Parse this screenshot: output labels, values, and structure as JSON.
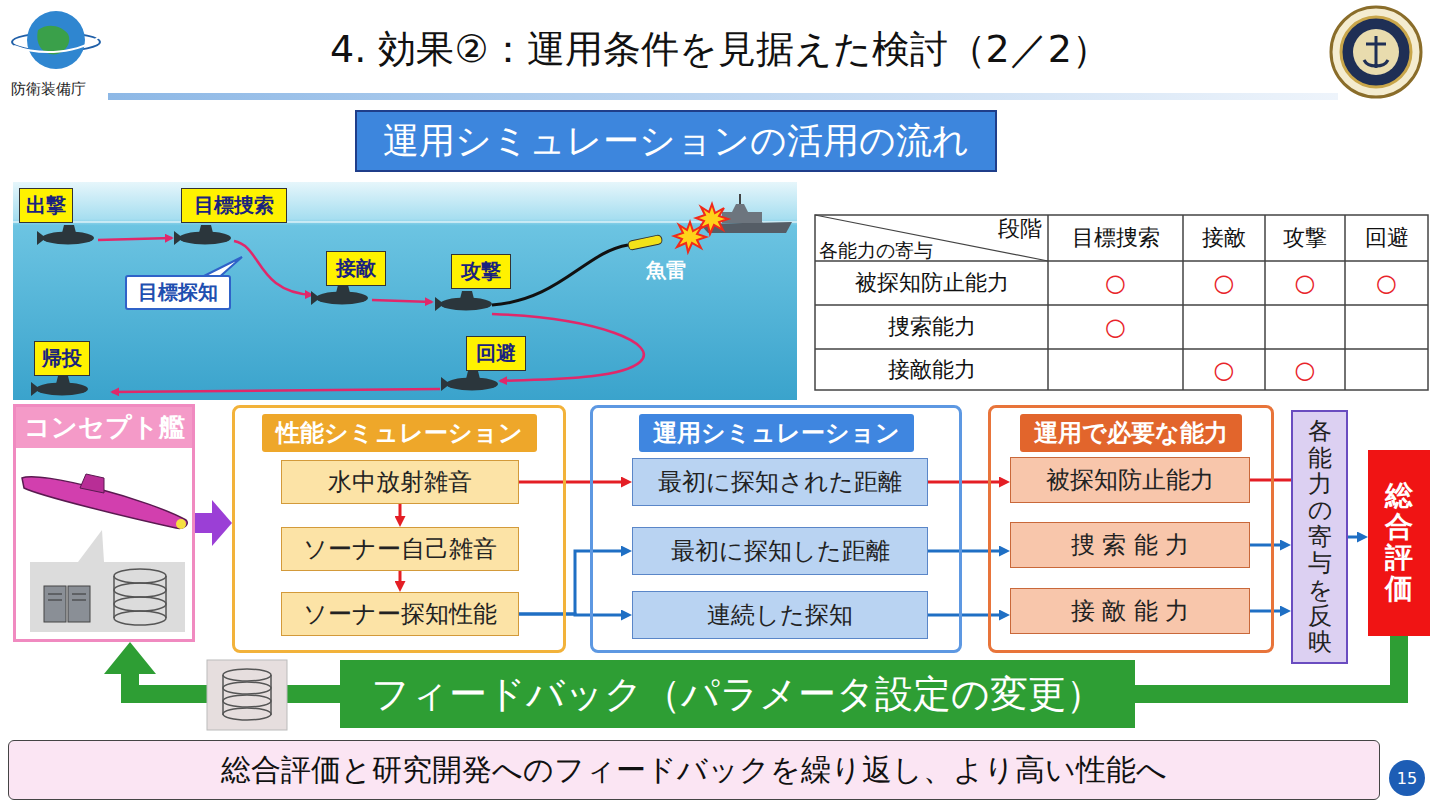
{
  "diagram": {
    "title": "4. 効果②：運用条件を見据えた検討（2／2）",
    "caption": "総合評価と研究開発へのフィードバックを繰り返し、より高い性能へ",
    "nodes": [
      {
        "text": [
          "運用シミュレーションの活用の流れ"
        ]
      },
      {
        "text": [
          "出撃"
        ]
      },
      {
        "text": [
          "目標捜索"
        ]
      },
      {
        "text": [
          "目標探知"
        ]
      },
      {
        "text": [
          "接敵"
        ]
      },
      {
        "text": [
          "攻撃"
        ]
      },
      {
        "text": [
          "回避"
        ]
      },
      {
        "text": [
          "帰投"
        ]
      },
      {
        "text": [
          "コンセプト艦"
        ]
      },
      {
        "text": [
          "性能シミュレーション"
        ]
      },
      {
        "text": [
          "水中放射雑音"
        ],
        "in": 9
      },
      {
        "text": [
          "ソーナー自己雑音"
        ],
        "in": 9
      },
      {
        "text": [
          "ソーナー探知性能"
        ],
        "in": 9
      },
      {
        "text": [
          "運用シミュレーション"
        ]
      },
      {
        "text": [
          "最初に探知された距離"
        ],
        "in": 13
      },
      {
        "text": [
          "最初に探知した距離"
        ],
        "in": 13
      },
      {
        "text": [
          "連続した探知"
        ],
        "in": 13
      },
      {
        "text": [
          "運用で必要な能力"
        ]
      },
      {
        "text": [
          "被探知防止能力"
        ],
        "in": 17
      },
      {
        "text": [
          "捜索能力"
        ],
        "in": 17
      },
      {
        "text": [
          "接敵能力"
        ],
        "in": 17
      },
      {
        "text": [
          "各能力の寄与を反映"
        ]
      },
      {
        "text": [
          "総合評価"
        ]
      },
      {
        "text": [
          "フィードバック（パラメータ設定の変更）"
        ]
      }
    ],
    "edges": [
      {
        "from": 8,
        "to": 9,
        "arrow": "to"
      },
      {
        "from": 10,
        "to": 11,
        "arrow": "to"
      },
      {
        "from": 11,
        "to": 12,
        "arrow": "to"
      },
      {
        "from": 10,
        "to": 14,
        "arrow": "to"
      },
      {
        "from": 12,
        "to": 15,
        "arrow": "to"
      },
      {
        "from": 12,
        "to": 16,
        "arrow": "to"
      },
      {
        "from": 14,
        "to": 18,
        "arrow": "to"
      },
      {
        "from": 15,
        "to": 19,
        "arrow": "to"
      },
      {
        "from": 16,
        "to": 20,
        "arrow": "to"
      },
      {
        "from": 18,
        "to": 21,
        "arrow": "none"
      },
      {
        "from": 19,
        "to": 21,
        "arrow": "to"
      },
      {
        "from": 20,
        "to": 21,
        "arrow": "to"
      },
      {
        "from": 21,
        "to": 22,
        "arrow": "to"
      },
      {
        "from": 22,
        "to": 23,
        "arrow": "none"
      },
      {
        "from": 23,
        "to": 8,
        "arrow": "to"
      }
    ],
    "labels": [
      "防衛装備庁",
      "魚雷",
      "段階",
      "各能力の寄与",
      "目標捜索",
      "接敵",
      "攻撃",
      "回避",
      "被探知防止能力",
      "○",
      "○",
      "○",
      "○",
      "捜索能力",
      "○",
      "接敵能力",
      "○",
      "○",
      "15"
    ]
  }
}
